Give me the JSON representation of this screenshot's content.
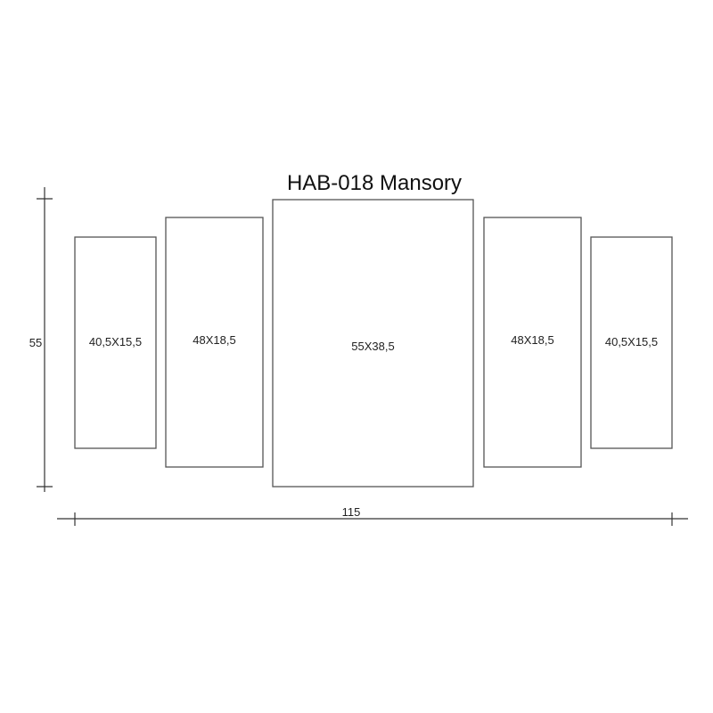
{
  "title": "HAB-018 Mansory",
  "dimensions": {
    "total_height_label": "55",
    "total_width_label": "115"
  },
  "panels": [
    {
      "id": "panel-1",
      "label": "40,5X15,5",
      "height": 40.5,
      "width": 15.5
    },
    {
      "id": "panel-2",
      "label": "48X18,5",
      "height": 48,
      "width": 18.5
    },
    {
      "id": "panel-3",
      "label": "55X38,5",
      "height": 55,
      "width": 38.5
    },
    {
      "id": "panel-4",
      "label": "48X18,5",
      "height": 48,
      "width": 18.5
    },
    {
      "id": "panel-5",
      "label": "40,5X15,5",
      "height": 40.5,
      "width": 15.5
    }
  ],
  "colors": {
    "panel_stroke": "#555555",
    "dim_line": "#333333",
    "background": "#ffffff"
  }
}
